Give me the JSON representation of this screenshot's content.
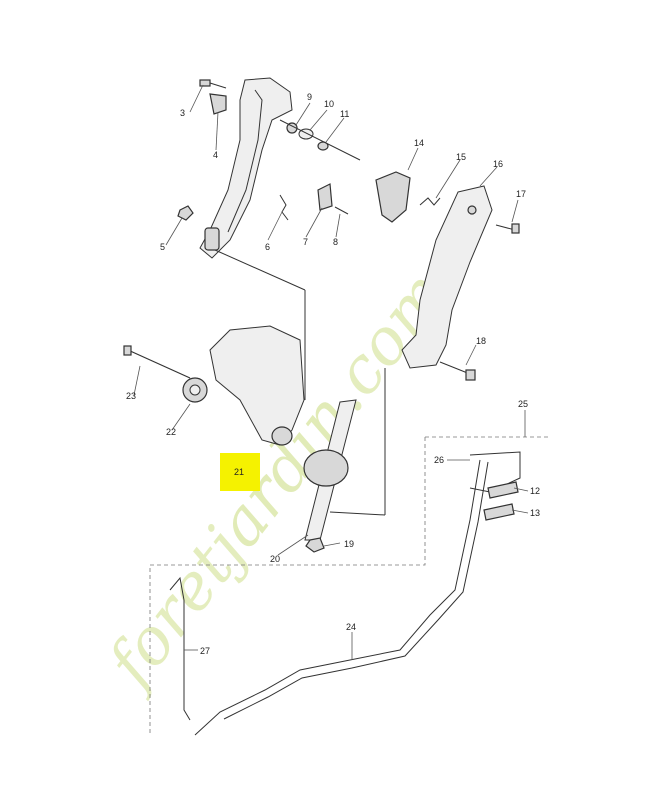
{
  "callouts": [
    "3",
    "9",
    "10",
    "11",
    "4",
    "14",
    "15",
    "16",
    "17",
    "5",
    "6",
    "7",
    "8",
    "18",
    "23",
    "22",
    "21",
    "25",
    "26",
    "12",
    "13",
    "19",
    "20",
    "24",
    "27"
  ],
  "highlight_color": "#f5f200",
  "watermark": {
    "text_a": "foretj",
    "text_b": "ardin",
    "text_c": ".com",
    "color_a": "#e8f0a0",
    "color_b": "#f6d9b0",
    "color_c": "#d8e6b0"
  }
}
